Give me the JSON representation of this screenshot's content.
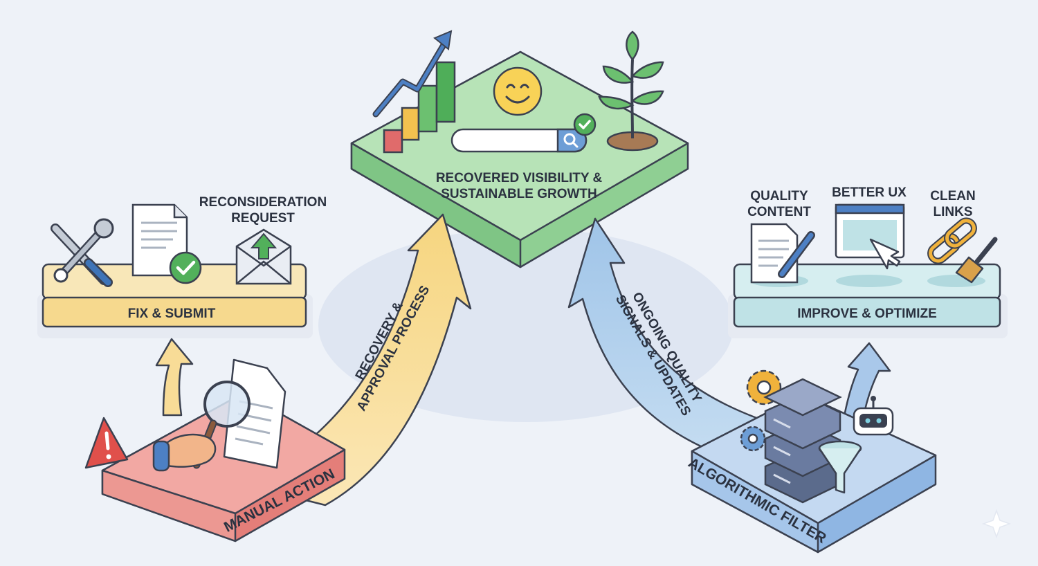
{
  "nodes": {
    "top": {
      "label_line1": "RECOVERED VISIBILITY &",
      "label_line2": "SUSTAINABLE GROWTH"
    },
    "left": {
      "label": "FIX & SUBMIT",
      "request_line1": "RECONSIDERATION",
      "request_line2": "REQUEST"
    },
    "right": {
      "label": "IMPROVE & OPTIMIZE",
      "quality_line1": "QUALITY",
      "quality_line2": "CONTENT",
      "ux_label": "BETTER UX",
      "links_line1": "CLEAN",
      "links_line2": "LINKS"
    },
    "manual": {
      "label": "MANUAL ACTION"
    },
    "algo": {
      "label": "ALGORITHMIC FILTER"
    }
  },
  "arrows": {
    "recovery": {
      "line1": "RECOVERY &",
      "line2": "APPROVAL PROCESS"
    },
    "ongoing": {
      "line1": "ONGOING QUALITY",
      "line2": "SIGNALS & UPDATES"
    }
  },
  "colors": {
    "green": "#a6d9a8",
    "yellow": "#f8dc97",
    "red": "#ef9a96",
    "blue": "#a9c8ea",
    "teal": "#c2e4e8"
  }
}
